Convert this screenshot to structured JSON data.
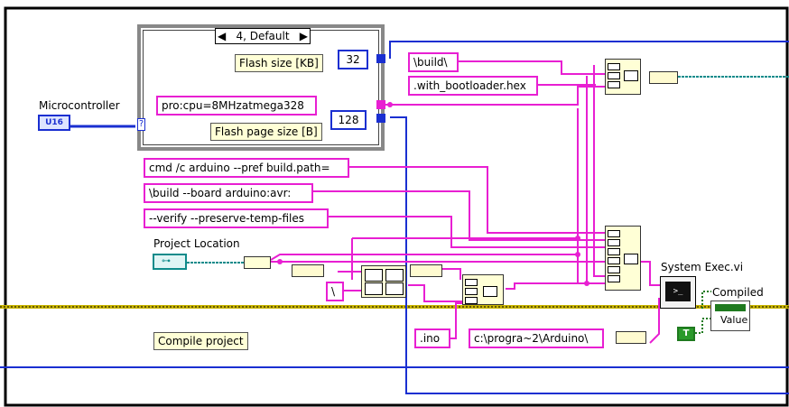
{
  "frame": {
    "case_selector": "4, Default",
    "case_labels": {
      "flash_size": "Flash size [KB]",
      "flash_page_size": "Flash page size [B]"
    },
    "constants": {
      "flash_size_value": "32",
      "cpu_string": "pro:cpu=8MHzatmega328",
      "page_size_value": "128"
    }
  },
  "controls": {
    "microcontroller_label": "Microcontroller",
    "microcontroller_type": "U16",
    "project_location_label": "Project Location",
    "compiled_label": "Compiled",
    "compiled_value_text": "Value",
    "true_constant": "T"
  },
  "strings": {
    "build_dir": "\\build\\",
    "with_bootloader": ".with_bootloader.hex",
    "cmd_pref": "cmd /c arduino --pref build.path=",
    "build_board": "\\build --board arduino:avr:",
    "verify_flags": "--verify --preserve-temp-files",
    "backslash": "\\",
    "ino_ext": ".ino",
    "arduino_path": "c:\\progra~2\\Arduino\\"
  },
  "nodes": {
    "system_exec_label": "System Exec.vi"
  },
  "annotations": {
    "compile_project": "Compile project"
  },
  "colors": {
    "string_wire": "#e81fd2",
    "numeric_wire": "#1a2fd1",
    "path_wire": "#0f8b8b",
    "bool_wire": "#1f7a1f",
    "error_cluster_wire": "#c8b400"
  }
}
